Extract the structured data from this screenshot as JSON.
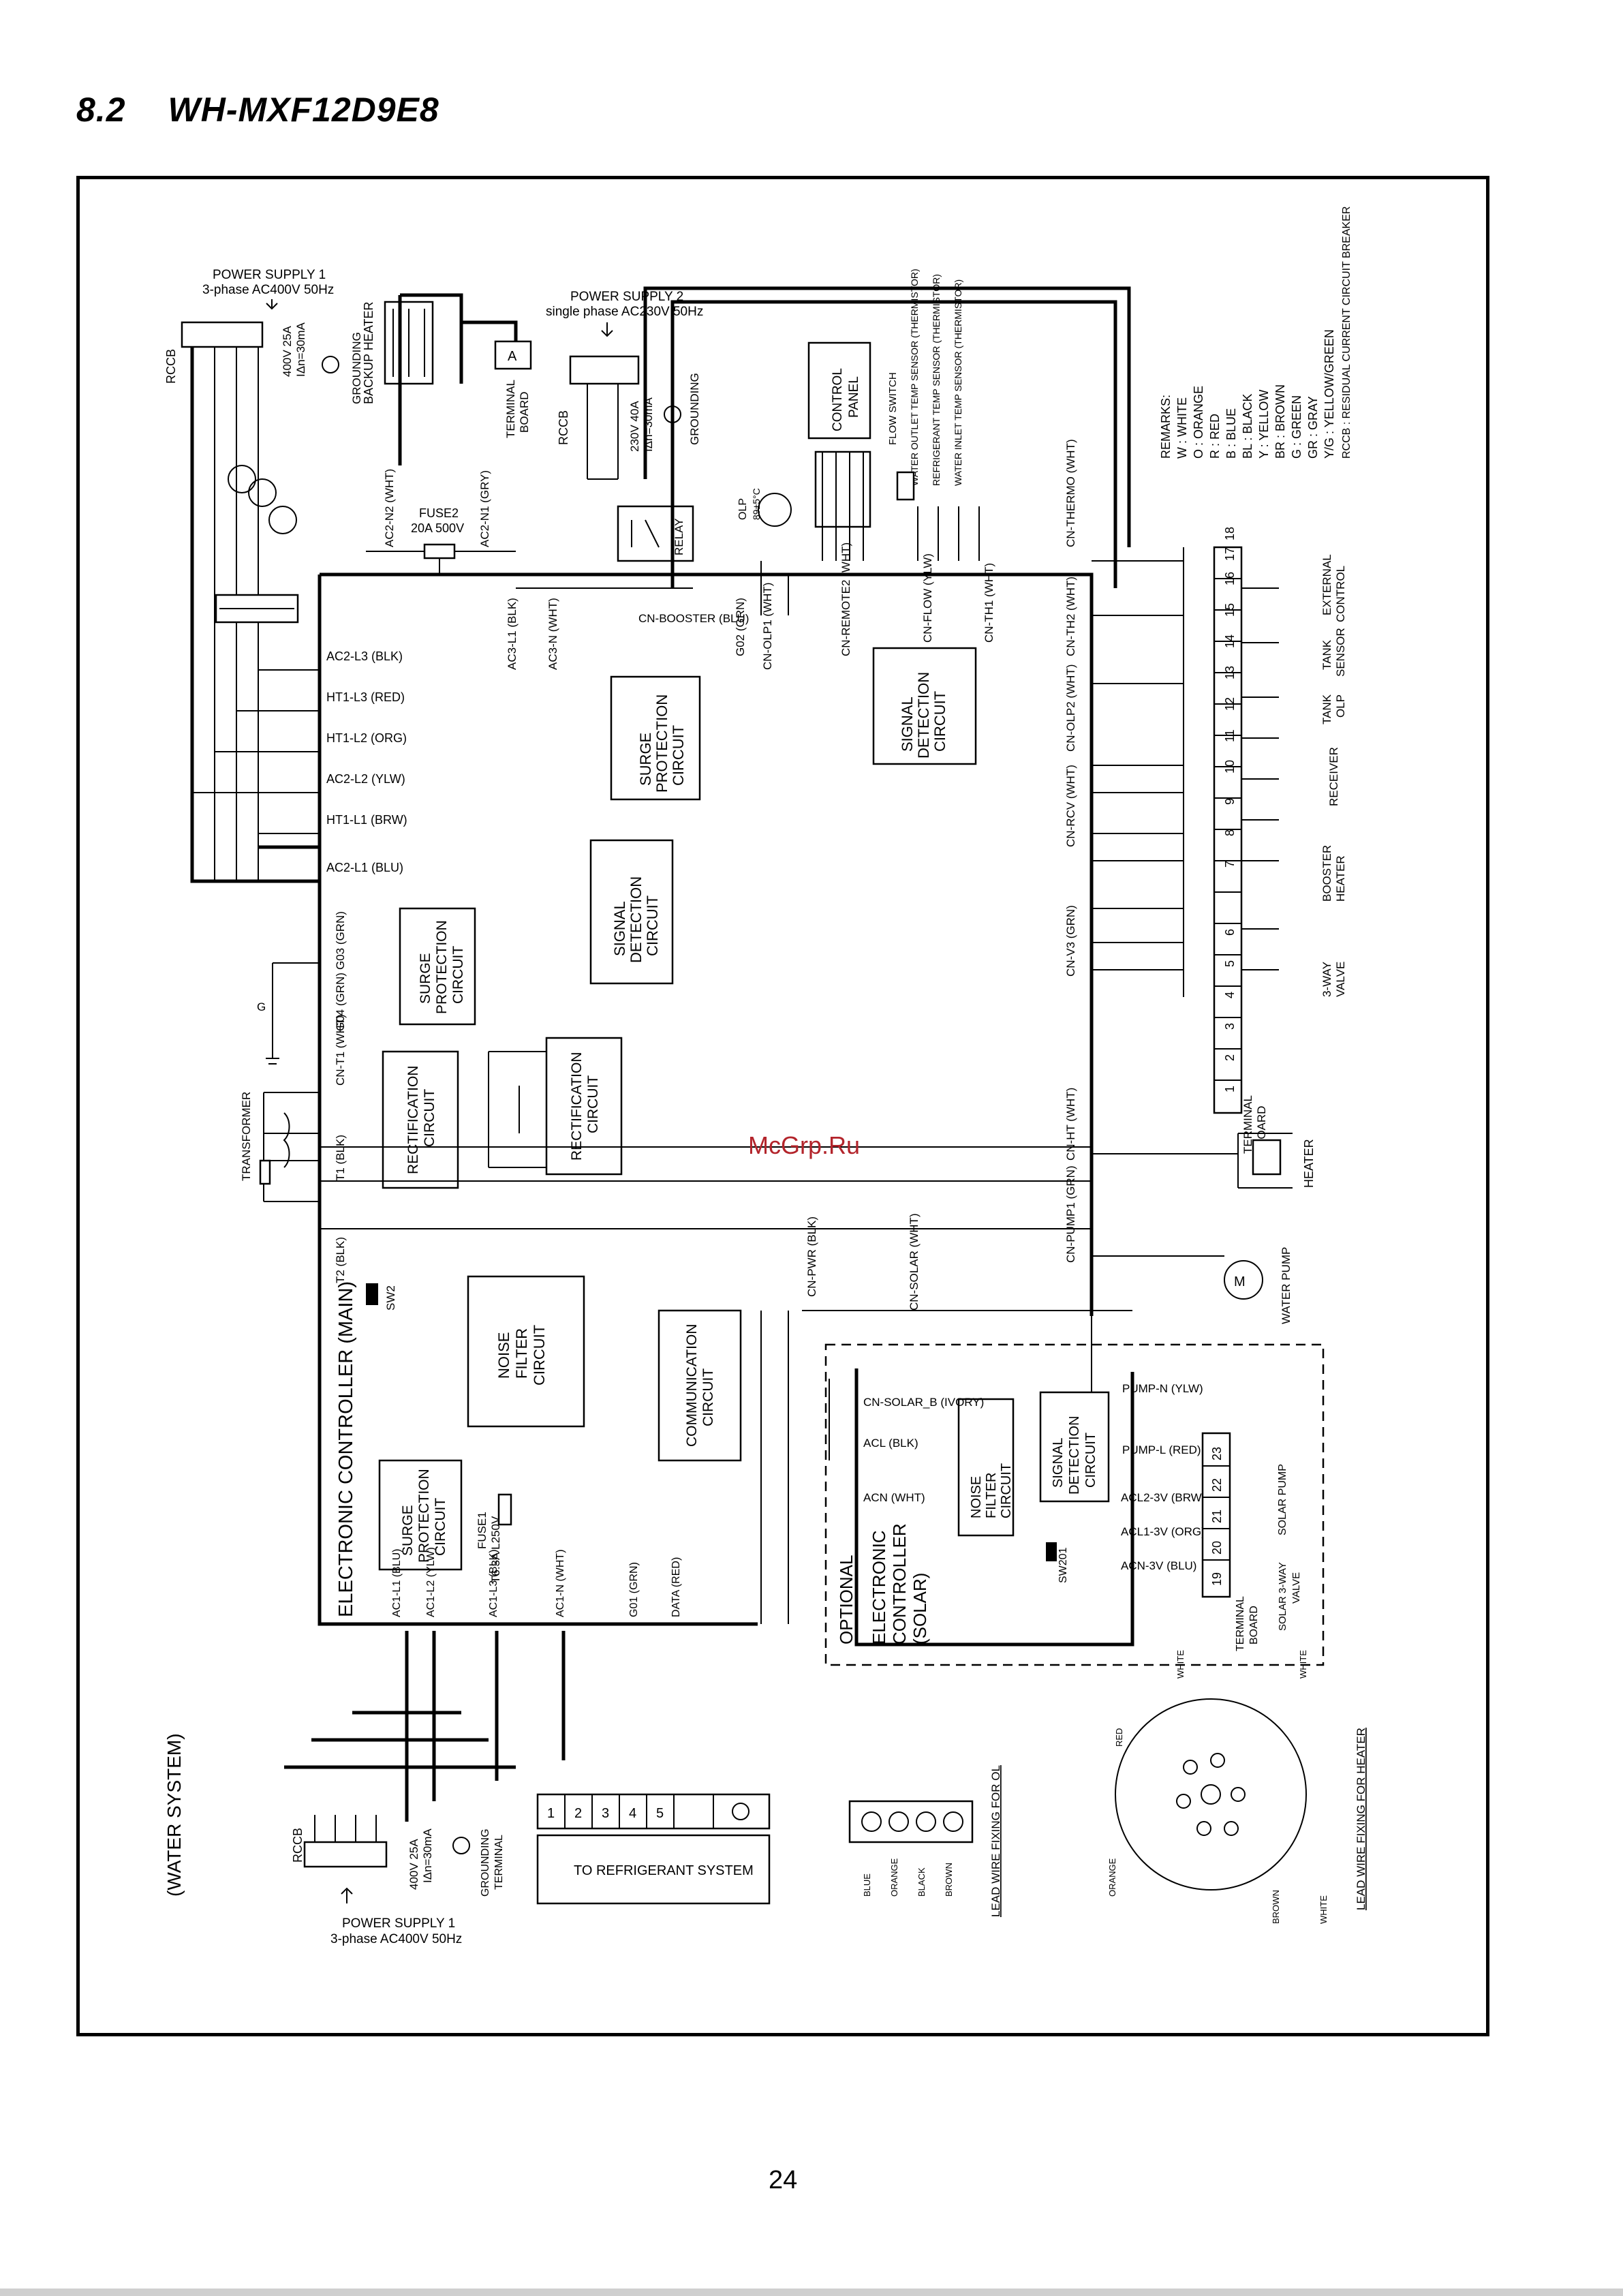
{
  "heading": {
    "number": "8.2",
    "model": "WH-MXF12D9E8"
  },
  "watermark": "McGrp.Ru",
  "page_number": "24",
  "diagram": {
    "water_system": "(WATER SYSTEM)",
    "main_controller": "ELECTRONIC CONTROLLER (MAIN)",
    "solar_controller": [
      "OPTIONAL",
      "ELECTRONIC",
      "CONTROLLER",
      "(SOLAR)"
    ],
    "power_supply_1": [
      "POWER SUPPLY 1",
      "3-phase AC400V 50Hz"
    ],
    "power_supply_2": [
      "POWER SUPPLY 2",
      "single phase AC230V 50Hz"
    ],
    "rccb": "RCCB",
    "rccb_rating_1": [
      "400V 25A",
      "IΔn=30mA"
    ],
    "rccb_rating_2": [
      "230V 40A",
      "IΔn=30mA"
    ],
    "grounding": "GROUNDING",
    "grounding_terminal": [
      "GROUNDING",
      "TERMINAL"
    ],
    "backup_heater": "BACKUP HEATER",
    "terminal_board": [
      "TERMINAL",
      "BOARD"
    ],
    "fuse2": [
      "FUSE2",
      "20A 500V"
    ],
    "fuse1": [
      "FUSE1",
      "T6.3A L250V"
    ],
    "relay": "RELAY",
    "olp": [
      "OLP",
      "89±5°C"
    ],
    "control_panel": [
      "CONTROL",
      "PANEL"
    ],
    "flow_switch": "FLOW SWITCH",
    "sensors": [
      "WATER OUTLET TEMP SENSOR (THERMISTOR)",
      "REFRIGERANT TEMP SENSOR (THERMISTOR)",
      "WATER INLET TEMP SENSOR (THERMISTOR)"
    ],
    "blocks": {
      "surge_protection": [
        "SURGE",
        "PROTECTION",
        "CIRCUIT"
      ],
      "signal_detection": [
        "SIGNAL",
        "DETECTION",
        "CIRCUIT"
      ],
      "rectification": [
        "RECTIFICATION",
        "CIRCUIT"
      ],
      "noise_filter": [
        "NOISE",
        "FILTER",
        "CIRCUIT"
      ],
      "communication": [
        "COMMUNICATION",
        "CIRCUIT"
      ]
    },
    "connectors_main_left": [
      "AC2-L3 (BLK)",
      "HT1-L3 (RED)",
      "HT1-L2 (ORG)",
      "AC2-L2 (YLW)",
      "HT1-L1 (BRW)",
      "AC2-L1 (BLU)",
      "G03 (GRN)",
      "G04 (GRN)",
      "CN-T1 (WHT)",
      "T1 (BLK)",
      "T2 (BLK)",
      "SW2"
    ],
    "connectors_main_top": [
      "AC2-N2 (WHT)",
      "AC2-N1 (GRY)",
      "AC3-L1 (BLK)",
      "AC3-N (WHT)",
      "CN-BOOSTER (BLU)",
      "G02 (GRN)",
      "CN-OLP1 (WHT)",
      "CN-REMOTE2 (WHT)",
      "CN-FLOW (YLW)",
      "CN-TH1 (WHT)",
      "CN-THERMO (WHT)"
    ],
    "connectors_main_right": [
      "CN-TH2 (WHT)",
      "CN-OLP2 (WHT)",
      "CN-RCV (WHT)",
      "CN-V3 (GRN)",
      "CN-HT (WHT)",
      "CN-PUMP1 (GRN)",
      "CN-PWR (BLK)",
      "CN-SOLAR (WHT)"
    ],
    "connectors_main_bottom": [
      "AC1-L1 (BLU)",
      "AC1-L2 (YLW)",
      "AC1-L3 (BLK)",
      "AC1-N (WHT)",
      "G01 (GRN)",
      "DATA (RED)"
    ],
    "connectors_solar": [
      "CN-SOLAR_B (IVORY)",
      "ACL (BLK)",
      "ACN (WHT)",
      "PUMP-N (YLW)",
      "PUMP-L (RED)",
      "ACL2-3V (BRW)",
      "ACL1-3V (ORG)",
      "ACN-3V (BLU)",
      "SW201"
    ],
    "external_devices": {
      "heater": "HEATER",
      "water_pump": "WATER PUMP",
      "transformer": "TRANSFORMER",
      "three_way_valve": [
        "3-WAY",
        "VALVE"
      ],
      "booster_heater": [
        "BOOSTER",
        "HEATER"
      ],
      "receiver": "RECEIVER",
      "tank_olp": [
        "TANK",
        "OLP"
      ],
      "tank_sensor": [
        "TANK",
        "SENSOR"
      ],
      "external_control": [
        "EXTERNAL",
        "CONTROL"
      ],
      "solar_pump": "SOLAR PUMP",
      "solar_3way_valve": [
        "SOLAR 3-WAY",
        "VALVE"
      ]
    },
    "refrigerant_system": "TO REFRIGERANT SYSTEM",
    "refrigerant_terminals": [
      "1",
      "2",
      "3",
      "4",
      "5"
    ],
    "lead_wire_fixing_ol": "LEAD WIRE FIXING FOR OL",
    "lead_wire_fixing_heater": "LEAD WIRE FIXING FOR HEATER",
    "lead_wire_colors_ol": [
      "BLUE",
      "ORANGE",
      "BLACK",
      "BROWN"
    ],
    "lead_wire_colors_heater": [
      "WHITE",
      "RED",
      "WHITE",
      "WHITE",
      "ORANGE",
      "BROWN"
    ],
    "terminal_numbers": [
      "1",
      "2",
      "3",
      "4",
      "5",
      "6",
      "7",
      "8",
      "9",
      "10",
      "11",
      "12",
      "13",
      "14",
      "15",
      "16",
      "17",
      "18"
    ],
    "solar_terminal_numbers": [
      "19",
      "20",
      "21",
      "22",
      "23"
    ],
    "remarks": {
      "title": "REMARKS:",
      "items": [
        "W : WHITE",
        "O : ORANGE",
        "R : RED",
        "B : BLUE",
        "BL : BLACK",
        "Y : YELLOW",
        "BR : BROWN",
        "G : GREEN",
        "GR : GRAY",
        "Y/G : YELLOW/GREEN",
        "RCCB : RESIDUAL CURRENT CIRCUIT BREAKER"
      ]
    }
  }
}
